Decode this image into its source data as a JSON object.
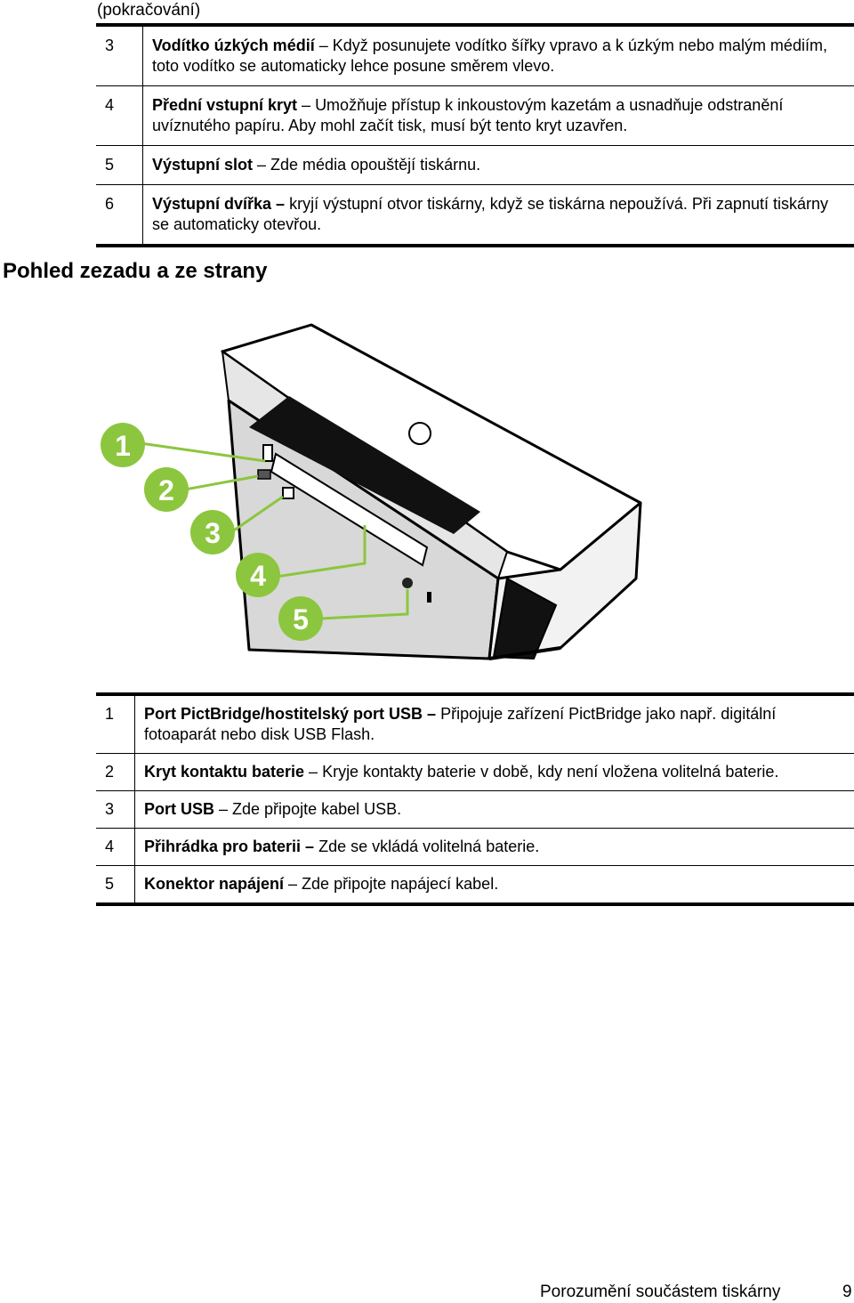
{
  "continued_label": "(pokračování)",
  "table_front": [
    {
      "num": "3",
      "term": "Vodítko úzkých médií",
      "sep": " – ",
      "text": "Když posunujete vodítko šířky vpravo a k úzkým nebo malým médiím, toto vodítko se automaticky lehce posune směrem vlevo."
    },
    {
      "num": "4",
      "term": "Přední vstupní kryt",
      "sep": " – ",
      "text": "Umožňuje přístup k inkoustovým kazetám a usnadňuje odstranění uvíznutého papíru. Aby mohl začít tisk, musí být tento kryt uzavřen."
    },
    {
      "num": "5",
      "term": "Výstupní slot",
      "sep": " – ",
      "text": "Zde média opouštějí tiskárnu."
    },
    {
      "num": "6",
      "term": "Výstupní dvířka –",
      "sep": " ",
      "text": "kryjí výstupní otvor tiskárny, když se tiskárna nepoužívá. Při zapnutí tiskárny se automaticky otevřou."
    }
  ],
  "section_heading": "Pohled zezadu a ze strany",
  "figure": {
    "callouts": [
      "1",
      "2",
      "3",
      "4",
      "5"
    ],
    "callout_color": "#8cc63f",
    "logo_icon": "hp-logo-icon"
  },
  "table_back": [
    {
      "num": "1",
      "term": "Port PictBridge/hostitelský port USB –",
      "sep": " ",
      "text": "Připojuje zařízení PictBridge jako např. digitální fotoaparát nebo disk USB Flash."
    },
    {
      "num": "2",
      "term": "Kryt kontaktu baterie",
      "sep": " – ",
      "text": "Kryje kontakty baterie v době, kdy není vložena volitelná baterie."
    },
    {
      "num": "3",
      "term": "Port USB",
      "sep": " – ",
      "text": "Zde připojte kabel USB."
    },
    {
      "num": "4",
      "term": "Přihrádka pro baterii –",
      "sep": " ",
      "text": "Zde se vkládá volitelná baterie."
    },
    {
      "num": "5",
      "term": "Konektor napájení",
      "sep": " – ",
      "text": "Zde připojte napájecí kabel."
    }
  ],
  "footer": {
    "title": "Porozumění součástem tiskárny",
    "page": "9"
  }
}
